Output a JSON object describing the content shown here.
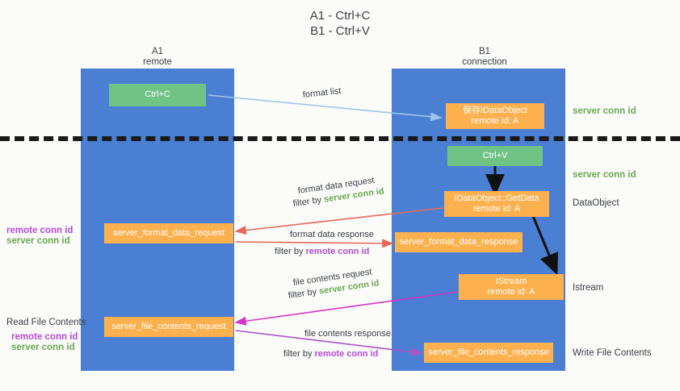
{
  "title": {
    "line1": "A1 - Ctrl+C",
    "line2": "B1 - Ctrl+V"
  },
  "columns": [
    {
      "name": "A1",
      "sub": "remote"
    },
    {
      "name": "B1",
      "sub": "connection"
    }
  ],
  "nodes": {
    "ctrl_c": "Ctrl+C",
    "save_idataobject": {
      "line1": "保存IDataObject",
      "line2": "remote id: A"
    },
    "ctrl_v": "Ctrl+V",
    "getdata": {
      "line1": "IDataObject::GetData",
      "line2": "remote id: A"
    },
    "istream": {
      "line1": "IStream",
      "line2": "remote id: A"
    },
    "server_format_data_request": "server_format_data_request",
    "server_format_data_response": "server_format_data_response",
    "server_file_contents_request": "server_file_contents_request",
    "server_file_contents_response": "server_file_contents_response"
  },
  "side_labels": {
    "server_conn_id_top": "server conn id",
    "server_conn_id_mid": "server conn id",
    "dataobject": "DataObject",
    "istream": "Istream",
    "write_file_contents": "Write File Contents",
    "read_file_contents": "Read File Contents",
    "remote_conn_id_a": "remote conn id",
    "server_conn_id_a": "server conn id",
    "remote_conn_id_b": "remote conn id",
    "server_conn_id_b": "server conn id"
  },
  "edges": {
    "format_list": "format list",
    "format_data_request": "format data request",
    "format_data_request_filter_pre": "filter by ",
    "format_data_request_filter_key": "server conn id",
    "format_data_response": "format data response",
    "format_data_response_filter_pre": "filter by ",
    "format_data_response_filter_key": "remote conn id",
    "file_contents_request": "file contents request",
    "file_contents_request_filter_pre": "filter by ",
    "file_contents_request_filter_key": "server conn id",
    "file_contents_response": "file contents response",
    "file_contents_response_filter_pre": "filter by ",
    "file_contents_response_filter_key": "remote conn id"
  },
  "colors": {
    "lane": "#4a7fd4",
    "green_node": "#71c285",
    "orange_node": "#fcb04e",
    "server_conn": "#6aa84f",
    "remote_conn": "#b24bd8",
    "arrow_blue": "#9ec5e8",
    "arrow_red": "#e8685d",
    "arrow_magenta": "#d437c0",
    "arrow_purple": "#a855c8",
    "arrow_black": "#111111"
  }
}
